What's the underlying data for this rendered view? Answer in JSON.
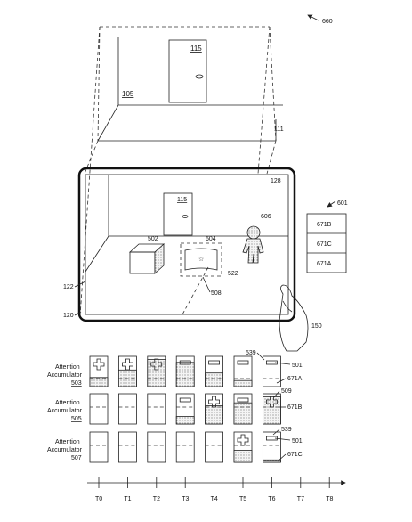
{
  "labels": {
    "fig_660": "660",
    "room_105": "105",
    "door_115": "115",
    "floor_111": "111",
    "display_128": "128",
    "screen_door_115": "115",
    "cube_502": "502",
    "object_604": "604",
    "object_522": "522",
    "avatar_606": "606",
    "ref_508": "508",
    "border_122": "122",
    "device_120": "120",
    "hand_150": "150",
    "system_601": "601",
    "box_671B": "671B",
    "box_671C": "671C",
    "box_671A": "671A"
  },
  "accumulators": [
    {
      "title": "Attention",
      "title2": "Accumulator",
      "ref": "503",
      "state_label": "671A",
      "callout_icon": "539",
      "callout_bar": "501"
    },
    {
      "title": "Attention",
      "title2": "Accumulator",
      "ref": "505",
      "state_label": "671B",
      "callout_icon": "509"
    },
    {
      "title": "Attention",
      "title2": "Accumulator",
      "ref": "507",
      "state_label": "671C",
      "callout_icon": "539",
      "callout_bar": "501"
    }
  ],
  "time_axis": [
    "T0",
    "T1",
    "T2",
    "T3",
    "T4",
    "T5",
    "T6",
    "T7",
    "T8"
  ],
  "cell_states": {
    "row503": [
      {
        "fill": 0.3,
        "icon": "plus"
      },
      {
        "fill": 0.55,
        "icon": "plus"
      },
      {
        "fill": 0.9,
        "icon": "plus"
      },
      {
        "fill": 0.8,
        "icon": "bar"
      },
      {
        "fill": 0.45,
        "icon": "bar"
      },
      {
        "fill": 0.2,
        "icon": "bar"
      },
      {
        "fill": 0.0,
        "icon": "bar"
      }
    ],
    "row505": [
      {
        "fill": 0.0,
        "icon": "none"
      },
      {
        "fill": 0.0,
        "icon": "none"
      },
      {
        "fill": 0.0,
        "icon": "none"
      },
      {
        "fill": 0.25,
        "icon": "bar"
      },
      {
        "fill": 0.6,
        "icon": "plus"
      },
      {
        "fill": 0.7,
        "icon": "bar"
      },
      {
        "fill": 0.9,
        "icon": "plus"
      }
    ],
    "row507": [
      {
        "fill": 0.0,
        "icon": "none"
      },
      {
        "fill": 0.0,
        "icon": "none"
      },
      {
        "fill": 0.0,
        "icon": "none"
      },
      {
        "fill": 0.0,
        "icon": "none"
      },
      {
        "fill": 0.0,
        "icon": "none"
      },
      {
        "fill": 0.4,
        "icon": "plus"
      },
      {
        "fill": 0.08,
        "icon": "bar"
      }
    ]
  }
}
